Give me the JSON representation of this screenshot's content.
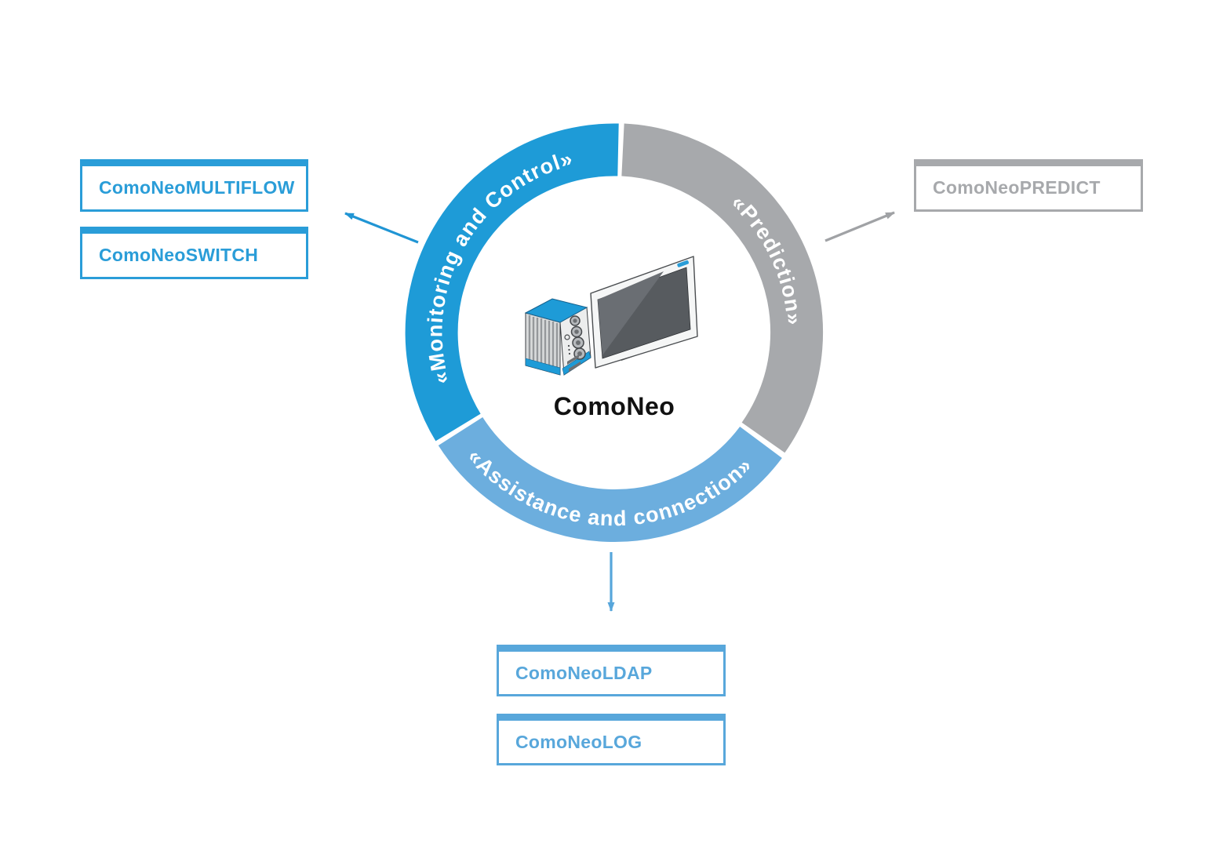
{
  "diagram": {
    "center_label": "ComoNeo",
    "ring": {
      "text_color": "#ffffff",
      "segments": [
        {
          "name": "monitoring-and-control",
          "label": "«Monitoring and Control»",
          "color": "#1e9bd7"
        },
        {
          "name": "prediction",
          "label": "«Prediction»",
          "color": "#a7a9ac"
        },
        {
          "name": "assistance-and-connection",
          "label": "«Assistance and connection»",
          "color": "#6caede"
        }
      ]
    },
    "products": {
      "left": [
        {
          "label": "ComoNeoMULTIFLOW",
          "color": "#2a9dd8"
        },
        {
          "label": "ComoNeoSWITCH",
          "color": "#2a9dd8"
        }
      ],
      "right": [
        {
          "label": "ComoNeoPREDICT",
          "color": "#a7a9ac"
        }
      ],
      "bottom": [
        {
          "label": "ComoNeoLDAP",
          "color": "#58a7db"
        },
        {
          "label": "ComoNeoLOG",
          "color": "#58a7db"
        }
      ]
    },
    "arrows": [
      {
        "name": "ring-to-multiflow",
        "color": "#2095d4"
      },
      {
        "name": "ring-to-predict",
        "color": "#a0a2a5"
      },
      {
        "name": "ring-to-ldap",
        "color": "#57a6db"
      }
    ]
  }
}
